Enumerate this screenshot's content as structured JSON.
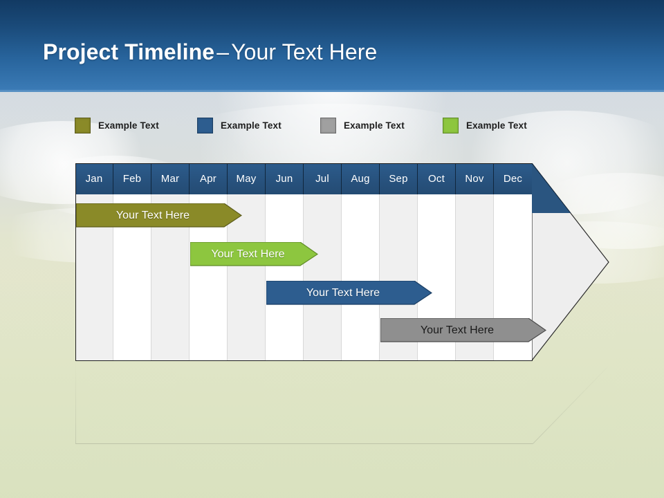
{
  "slide": {
    "title_strong": "Project Timeline",
    "title_dash": "–",
    "title_light": "Your Text Here"
  },
  "legend": {
    "items": [
      {
        "label": "Example Text",
        "color": "#8a8a28",
        "border": "#5c5c1c"
      },
      {
        "label": "Example Text",
        "color": "#2d5d8f",
        "border": "#1b3e63"
      },
      {
        "label": "Example Text",
        "color": "#a0a0a0",
        "border": "#6a6a6a"
      },
      {
        "label": "Example Text",
        "color": "#8dc63f",
        "border": "#5f8b27"
      }
    ]
  },
  "chart_data": {
    "type": "bar",
    "title": "Project Timeline – Your Text Here",
    "xlabel": "",
    "ylabel": "",
    "orientation": "horizontal",
    "grid": true,
    "legend_position": "top",
    "categories": [
      "Jan",
      "Feb",
      "Mar",
      "Apr",
      "May",
      "Jun",
      "Jul",
      "Aug",
      "Sep",
      "Oct",
      "Nov",
      "Dec"
    ],
    "tasks": [
      {
        "label": "Your  Text Here",
        "color": "#8a8a28",
        "border": "#5c5c1c",
        "text_color": "light",
        "start_month": "Jan",
        "end_month": "Apr",
        "start_index": 0,
        "span": 4,
        "row": 0
      },
      {
        "label": "Your  Text Here",
        "color": "#8dc63f",
        "border": "#5f8b27",
        "text_color": "light",
        "start_month": "Apr",
        "end_month": "Jun",
        "start_index": 3,
        "span": 3,
        "row": 1
      },
      {
        "label": "Your  Text Here",
        "color": "#2d5d8f",
        "border": "#1b3e63",
        "text_color": "light",
        "start_month": "Jun",
        "end_month": "Sep",
        "start_index": 5,
        "span": 4,
        "row": 2
      },
      {
        "label": "Your  Text Here",
        "color": "#8f8f8f",
        "border": "#4a4a4a",
        "text_color": "dark",
        "start_month": "Sep",
        "end_month": "Dec",
        "start_index": 8,
        "span": 4,
        "row": 3
      }
    ],
    "header_color": "#2a5580",
    "band_shade_color": "#f0f0f0",
    "band_plain_color": "#ffffff",
    "arrow_fill": "#eeeeee",
    "arrow_stroke": "#2b2b2b"
  },
  "theme": {
    "banner_top": "#123a63",
    "banner_bottom": "#3a7ab5",
    "title_color": "#ffffff"
  }
}
